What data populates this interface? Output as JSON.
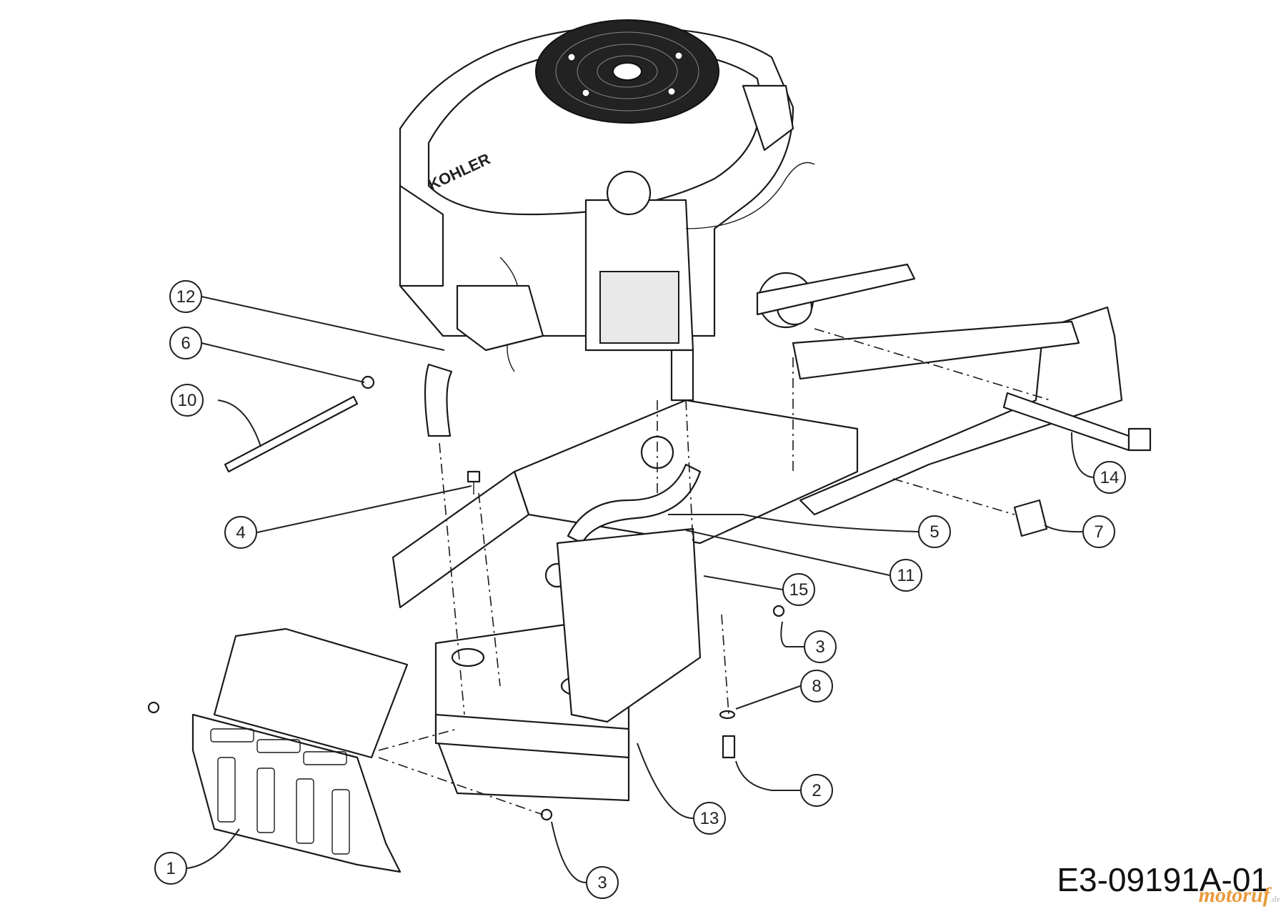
{
  "drawing_number": "E3-09191A-01",
  "engine_brand": "KOHLER",
  "watermark": {
    "name": "motoruf",
    "tld": ".de"
  },
  "callouts": [
    {
      "id": "callout-12",
      "label": "12"
    },
    {
      "id": "callout-6",
      "label": "6"
    },
    {
      "id": "callout-10",
      "label": "10"
    },
    {
      "id": "callout-4",
      "label": "4"
    },
    {
      "id": "callout-5",
      "label": "5"
    },
    {
      "id": "callout-14",
      "label": "14"
    },
    {
      "id": "callout-7",
      "label": "7"
    },
    {
      "id": "callout-11",
      "label": "11"
    },
    {
      "id": "callout-15",
      "label": "15"
    },
    {
      "id": "callout-3a",
      "label": "3"
    },
    {
      "id": "callout-8",
      "label": "8"
    },
    {
      "id": "callout-2",
      "label": "2"
    },
    {
      "id": "callout-13",
      "label": "13"
    },
    {
      "id": "callout-1",
      "label": "1"
    },
    {
      "id": "callout-3b",
      "label": "3"
    }
  ]
}
